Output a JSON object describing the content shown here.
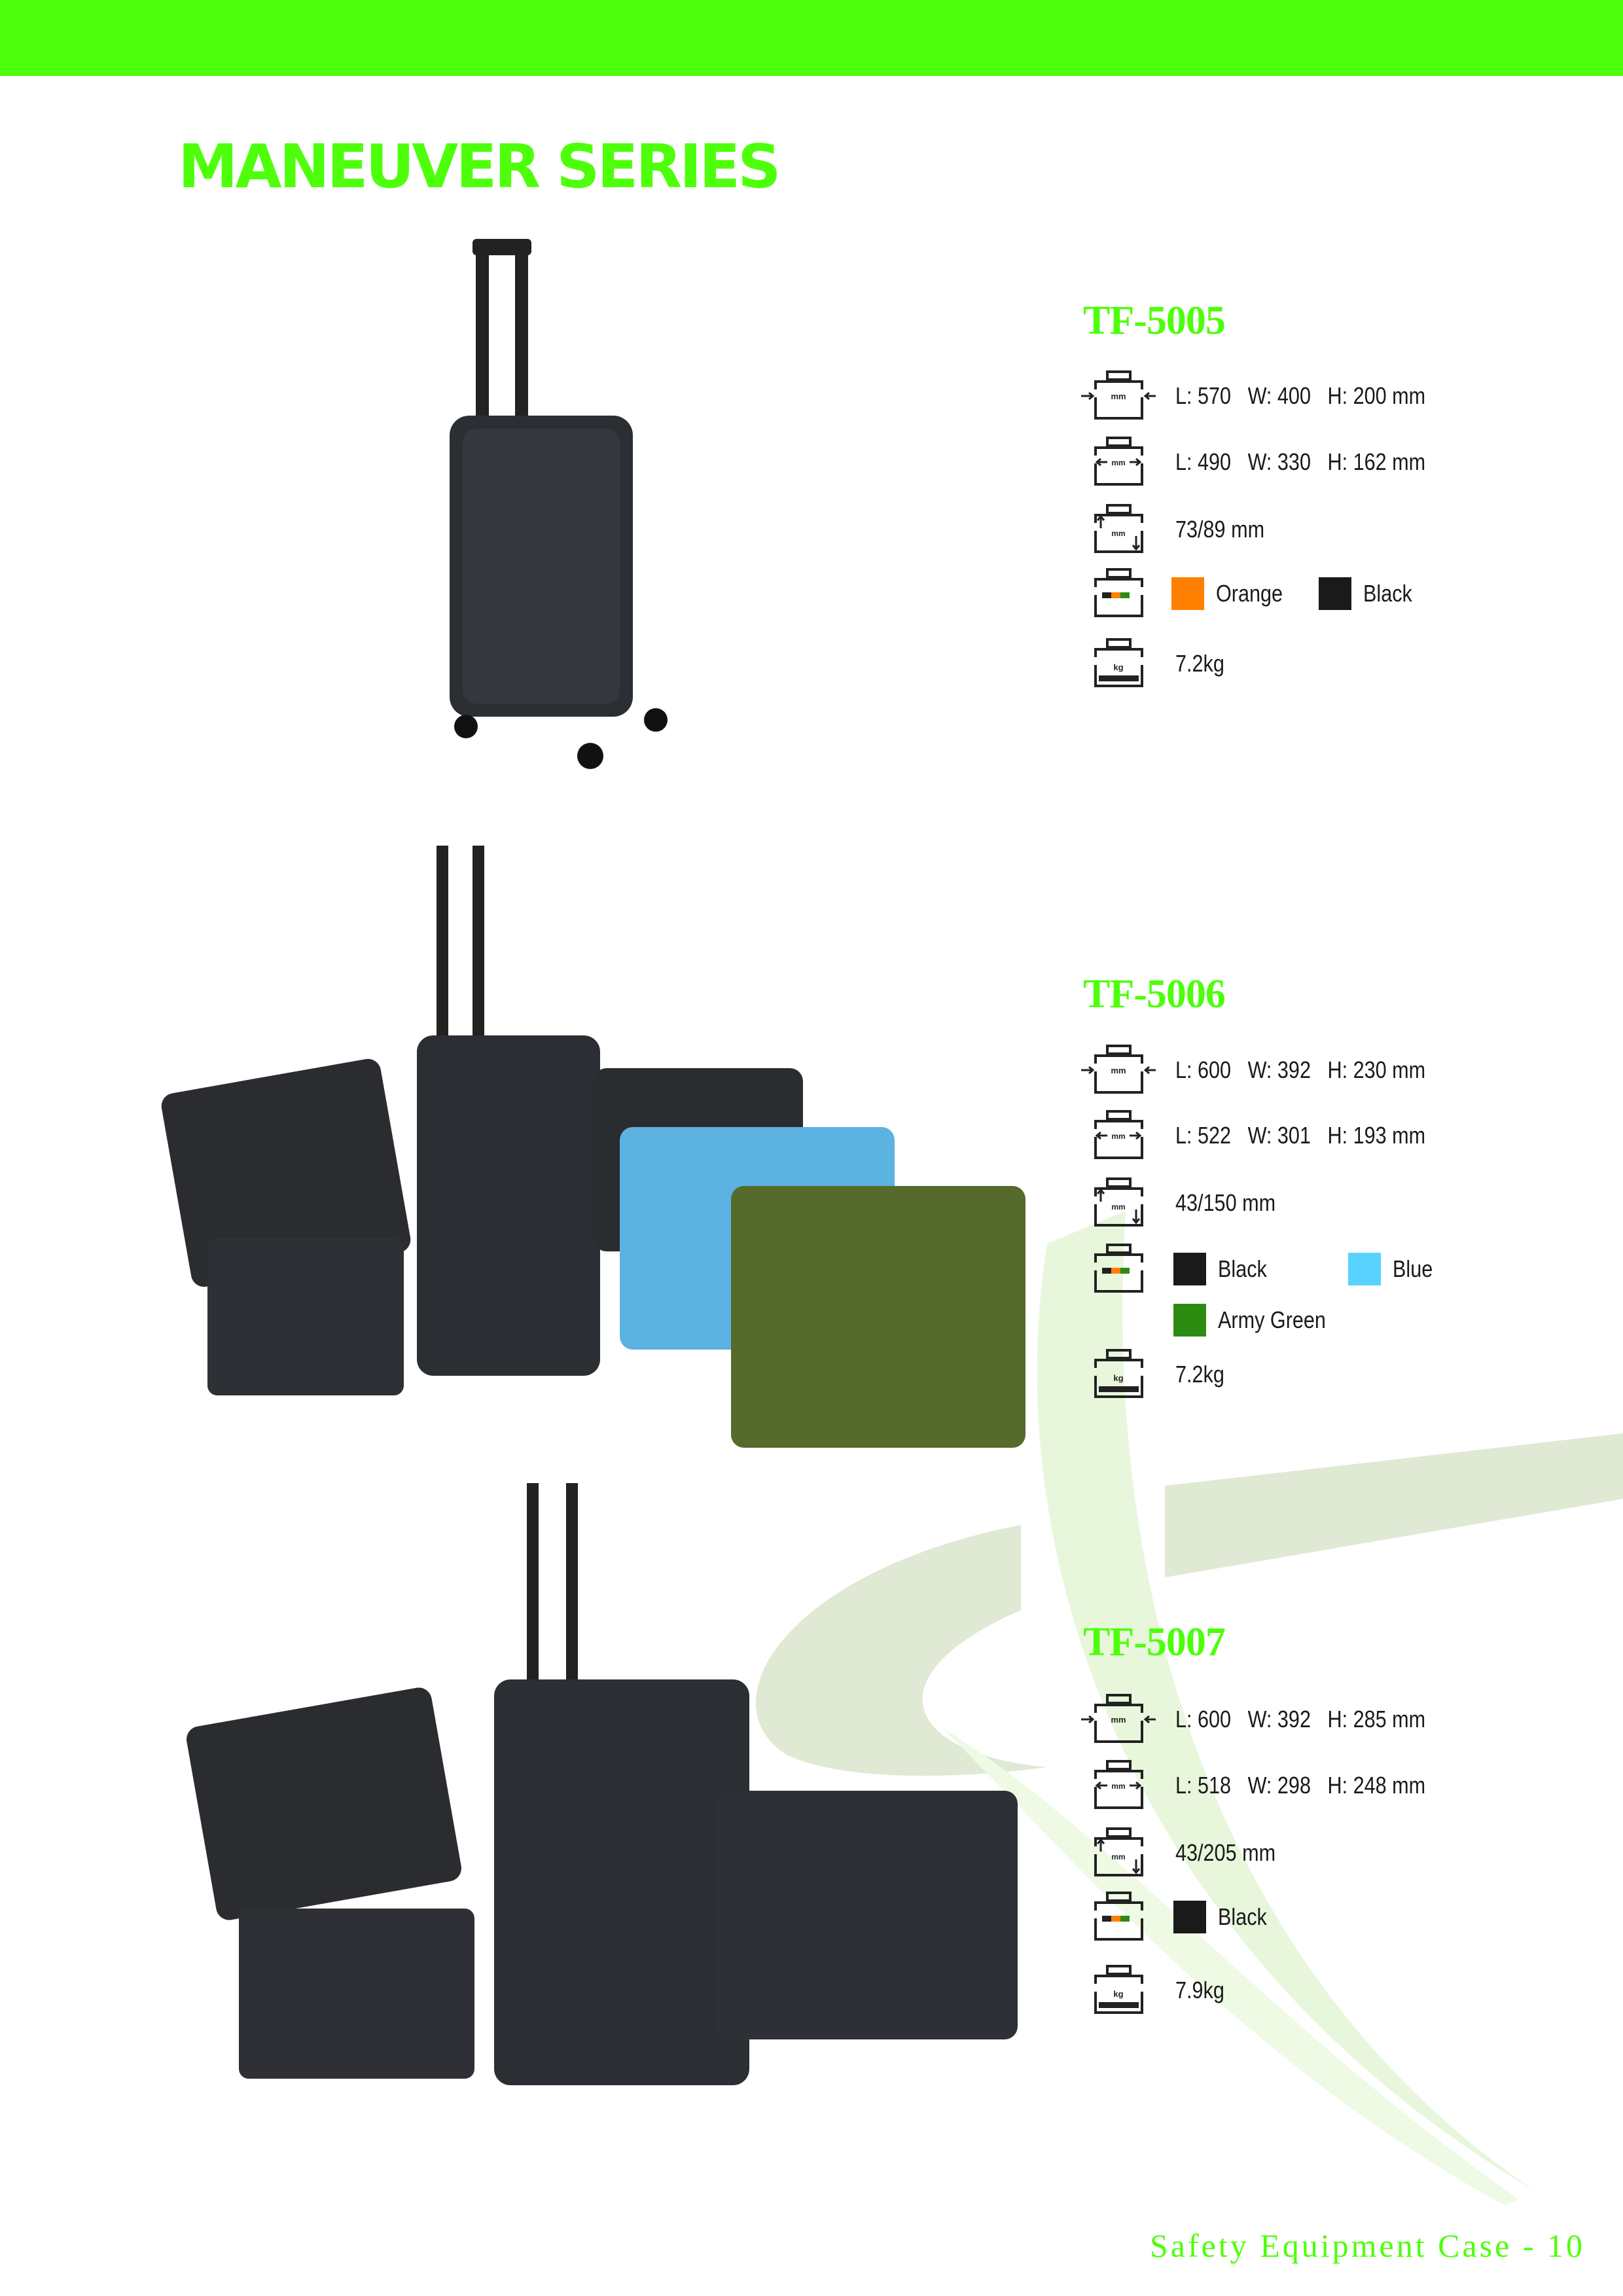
{
  "page": {
    "series_title": "MANEUVER SERIES",
    "footer": "Safety Equipment Case - 10",
    "accent": "#4dff0a"
  },
  "products": [
    {
      "model": "TF-5005",
      "outer": "L: 570   W: 400   H: 200 mm",
      "inner": "L: 490   W: 330   H: 162 mm",
      "depth": "73/89 mm",
      "colors": [
        {
          "name": "Orange",
          "hex": "#ff8000"
        },
        {
          "name": "Black",
          "hex": "#1a1a1a"
        }
      ],
      "weight": "7.2kg"
    },
    {
      "model": "TF-5006",
      "outer": "L: 600   W: 392   H: 230 mm",
      "inner": "L: 522   W: 301   H: 193 mm",
      "depth": "43/150 mm",
      "colors": [
        {
          "name": "Black",
          "hex": "#1a1a1a"
        },
        {
          "name": "Blue",
          "hex": "#5ad2ff"
        },
        {
          "name": "Army Green",
          "hex": "#2e8b12"
        }
      ],
      "weight": "7.2kg"
    },
    {
      "model": "TF-5007",
      "outer": "L: 600   W: 392   H: 285 mm",
      "inner": "L: 518   W: 298   H: 248 mm",
      "depth": "43/205 mm",
      "colors": [
        {
          "name": "Black",
          "hex": "#1a1a1a"
        }
      ],
      "weight": "7.9kg"
    }
  ],
  "icon_labels": {
    "mm": "mm",
    "kg": "kg"
  }
}
